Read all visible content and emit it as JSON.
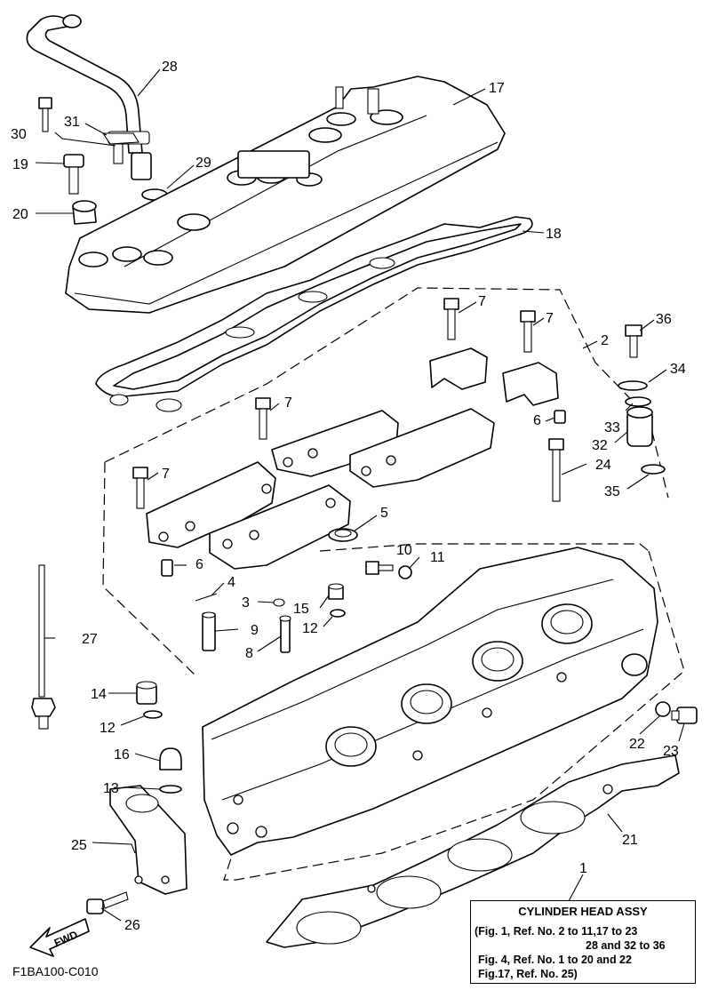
{
  "callouts": {
    "n1": "1",
    "n2": "2",
    "n3": "3",
    "n4": "4",
    "n5": "5",
    "n6": "6",
    "n6b": "6",
    "n7a": "7",
    "n7b": "7",
    "n7c": "7",
    "n7d": "7",
    "n8": "8",
    "n9": "9",
    "n10": "10",
    "n11": "11",
    "n12a": "12",
    "n12b": "12",
    "n13": "13",
    "n14": "14",
    "n15": "15",
    "n16": "16",
    "n17": "17",
    "n18": "18",
    "n19": "19",
    "n20": "20",
    "n21": "21",
    "n22": "22",
    "n23": "23",
    "n24": "24",
    "n25": "25",
    "n26": "26",
    "n27": "27",
    "n28": "28",
    "n29": "29",
    "n30": "30",
    "n31": "31",
    "n32": "32",
    "n33": "33",
    "n34": "34",
    "n35": "35",
    "n36": "36"
  },
  "fwd_label": "FWD",
  "assy_box": {
    "title": "CYLINDER HEAD ASSY",
    "lines": [
      "(Fig. 1, Ref. No. 2 to 11,17 to 23",
      "28 and 32 to 36",
      "Fig. 4, Ref. No. 1 to 20 and 22",
      "Fig.17, Ref. No. 25)"
    ]
  },
  "figure_code": "F1BA100-C010"
}
